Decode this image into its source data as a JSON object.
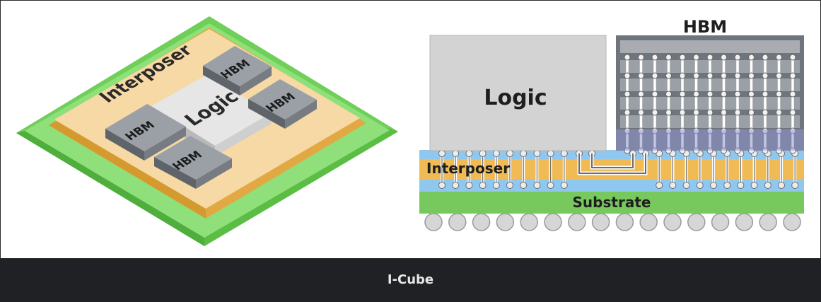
{
  "caption": "I-Cube",
  "left_diagram": {
    "interposer_label": "Interposer",
    "logic_label": "Logic",
    "hbm_labels": [
      "HBM",
      "HBM",
      "HBM",
      "HBM"
    ]
  },
  "right_diagram": {
    "logic_label": "Logic",
    "hbm_label": "HBM",
    "interposer_label": "Interposer",
    "substrate_label": "Substrate"
  },
  "colors": {
    "substrate_green": "#77d15b",
    "interposer_tan": "#f6d9a4",
    "interposer_orange": "#e9ad3f",
    "logic_gray": "#d9d9d9",
    "hbm_gray": "#8f949a",
    "bump_blue": "#8fc7ee",
    "caption_bg": "#202124"
  }
}
